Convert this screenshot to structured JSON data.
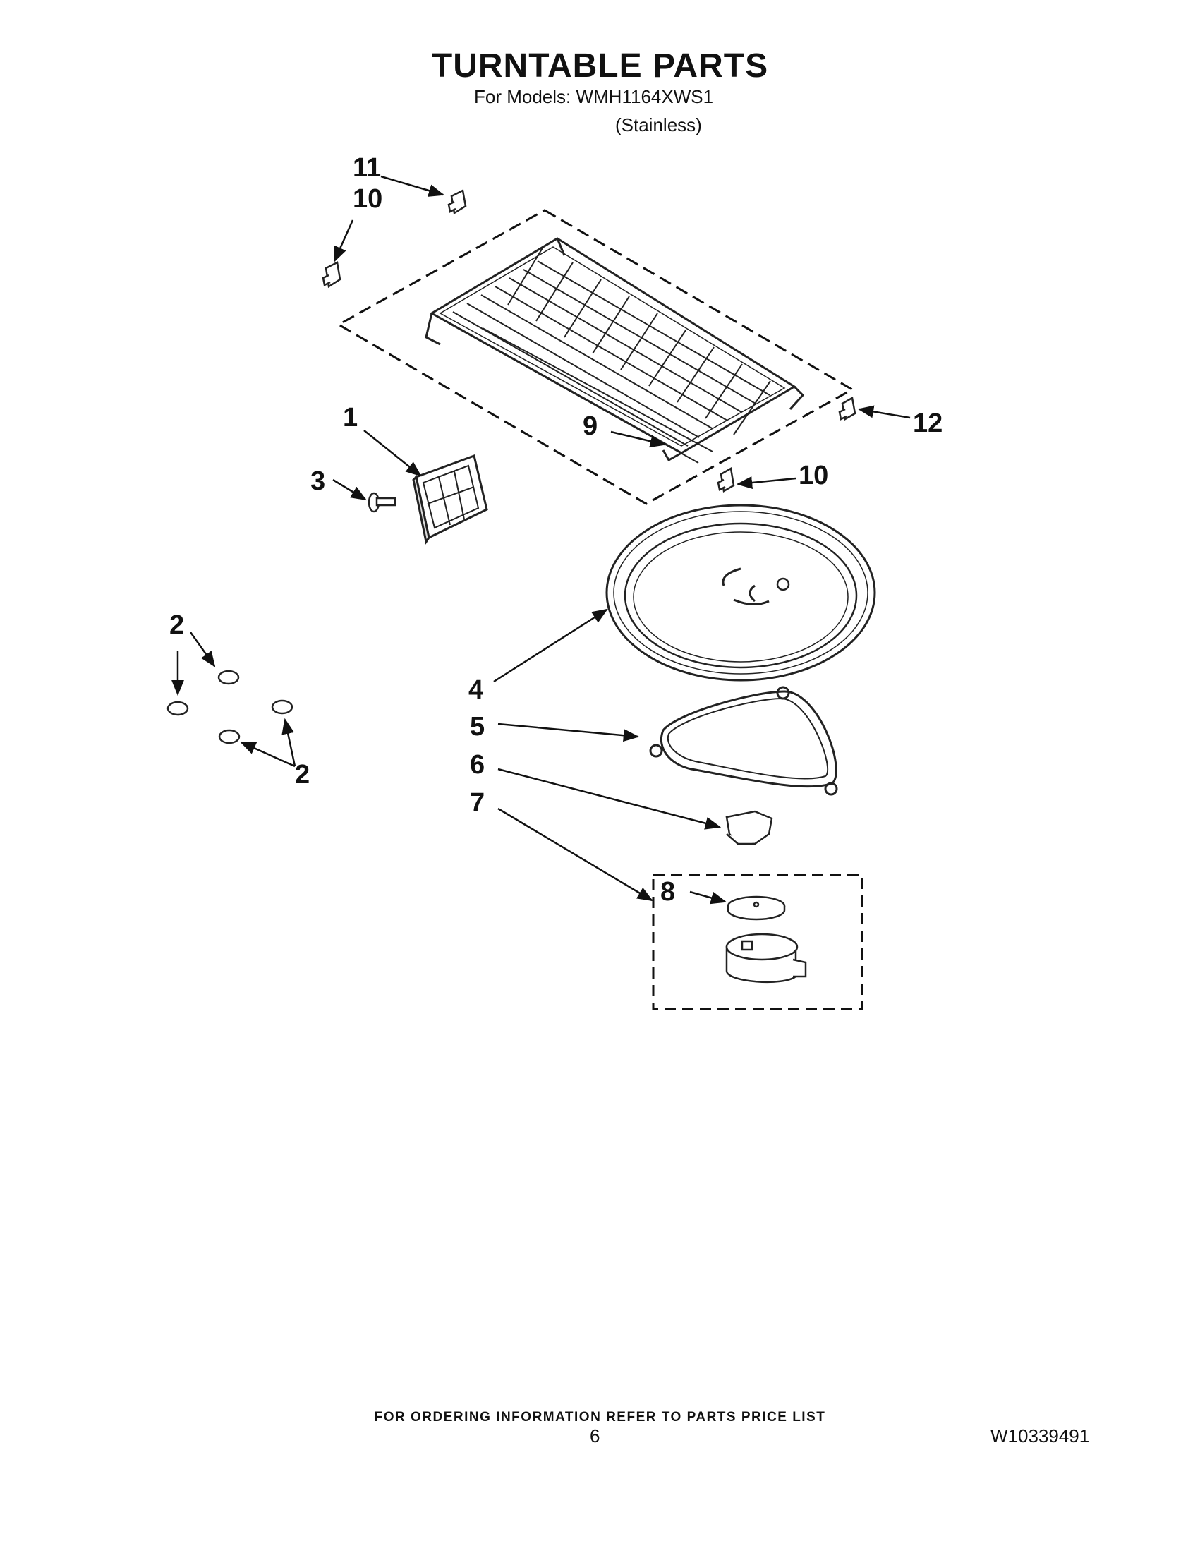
{
  "header": {
    "title": "TURNTABLE PARTS",
    "models_line": "For Models: WMH1164XWS1",
    "variant_line": "(Stainless)"
  },
  "callouts": {
    "c1": "1",
    "c2a": "2",
    "c2b": "2",
    "c3": "3",
    "c4": "4",
    "c5": "5",
    "c6": "6",
    "c7": "7",
    "c8": "8",
    "c9": "9",
    "c10a": "10",
    "c10b": "10",
    "c11": "11",
    "c12": "12"
  },
  "footer": {
    "ordering_note": "FOR ORDERING INFORMATION REFER TO PARTS PRICE LIST",
    "page_number": "6",
    "document_number": "W10339491"
  },
  "colors": {
    "line": "#111111",
    "background": "#ffffff"
  }
}
